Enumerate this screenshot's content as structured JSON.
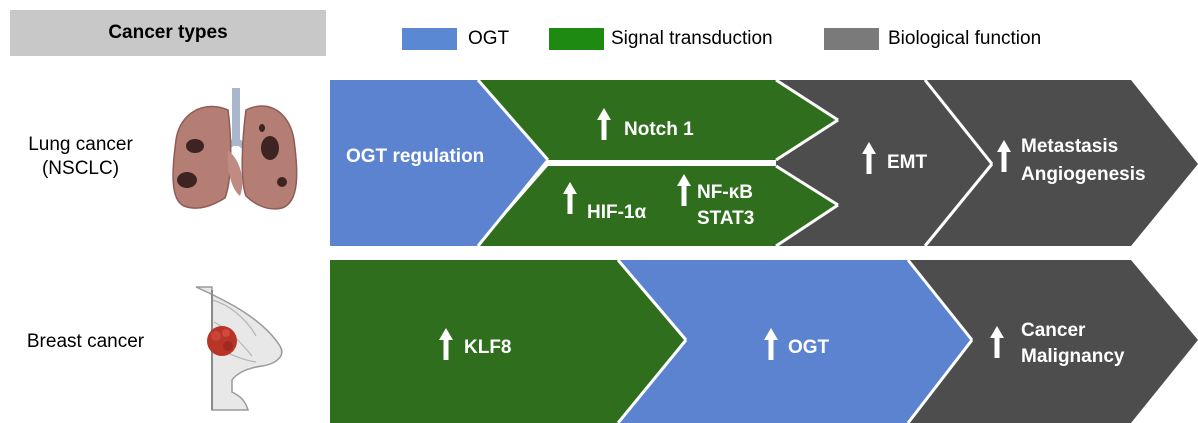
{
  "header": {
    "title": "Cancer types"
  },
  "legend": [
    {
      "label": "OGT",
      "color": "#5b88d3"
    },
    {
      "label": "Signal transduction",
      "color": "#1f8a12"
    },
    {
      "label": "Biological function",
      "color": "#7a7a7a"
    }
  ],
  "rows": [
    {
      "label_line1": "Lung cancer",
      "label_line2": "(NSCLC)",
      "illustration": "lung-icon"
    },
    {
      "label_line1": "Breast cancer",
      "illustration": "breast-icon"
    }
  ],
  "lung_flow": {
    "ogt_regulation": "OGT regulation",
    "notch": "Notch 1",
    "hif": "HIF-1α",
    "nfkb": "NF-κB",
    "stat3": "STAT3",
    "emt": "EMT",
    "metastasis": "Metastasis",
    "angiogenesis": "Angiogenesis"
  },
  "breast_flow": {
    "klf8": "KLF8",
    "ogt": "OGT",
    "cancer": "Cancer",
    "malignancy": "Malignancy"
  },
  "colors": {
    "ogt_blue": "#5b83d0",
    "signal_green": "#2e6e1d",
    "function_gray": "#4d4d4d"
  }
}
